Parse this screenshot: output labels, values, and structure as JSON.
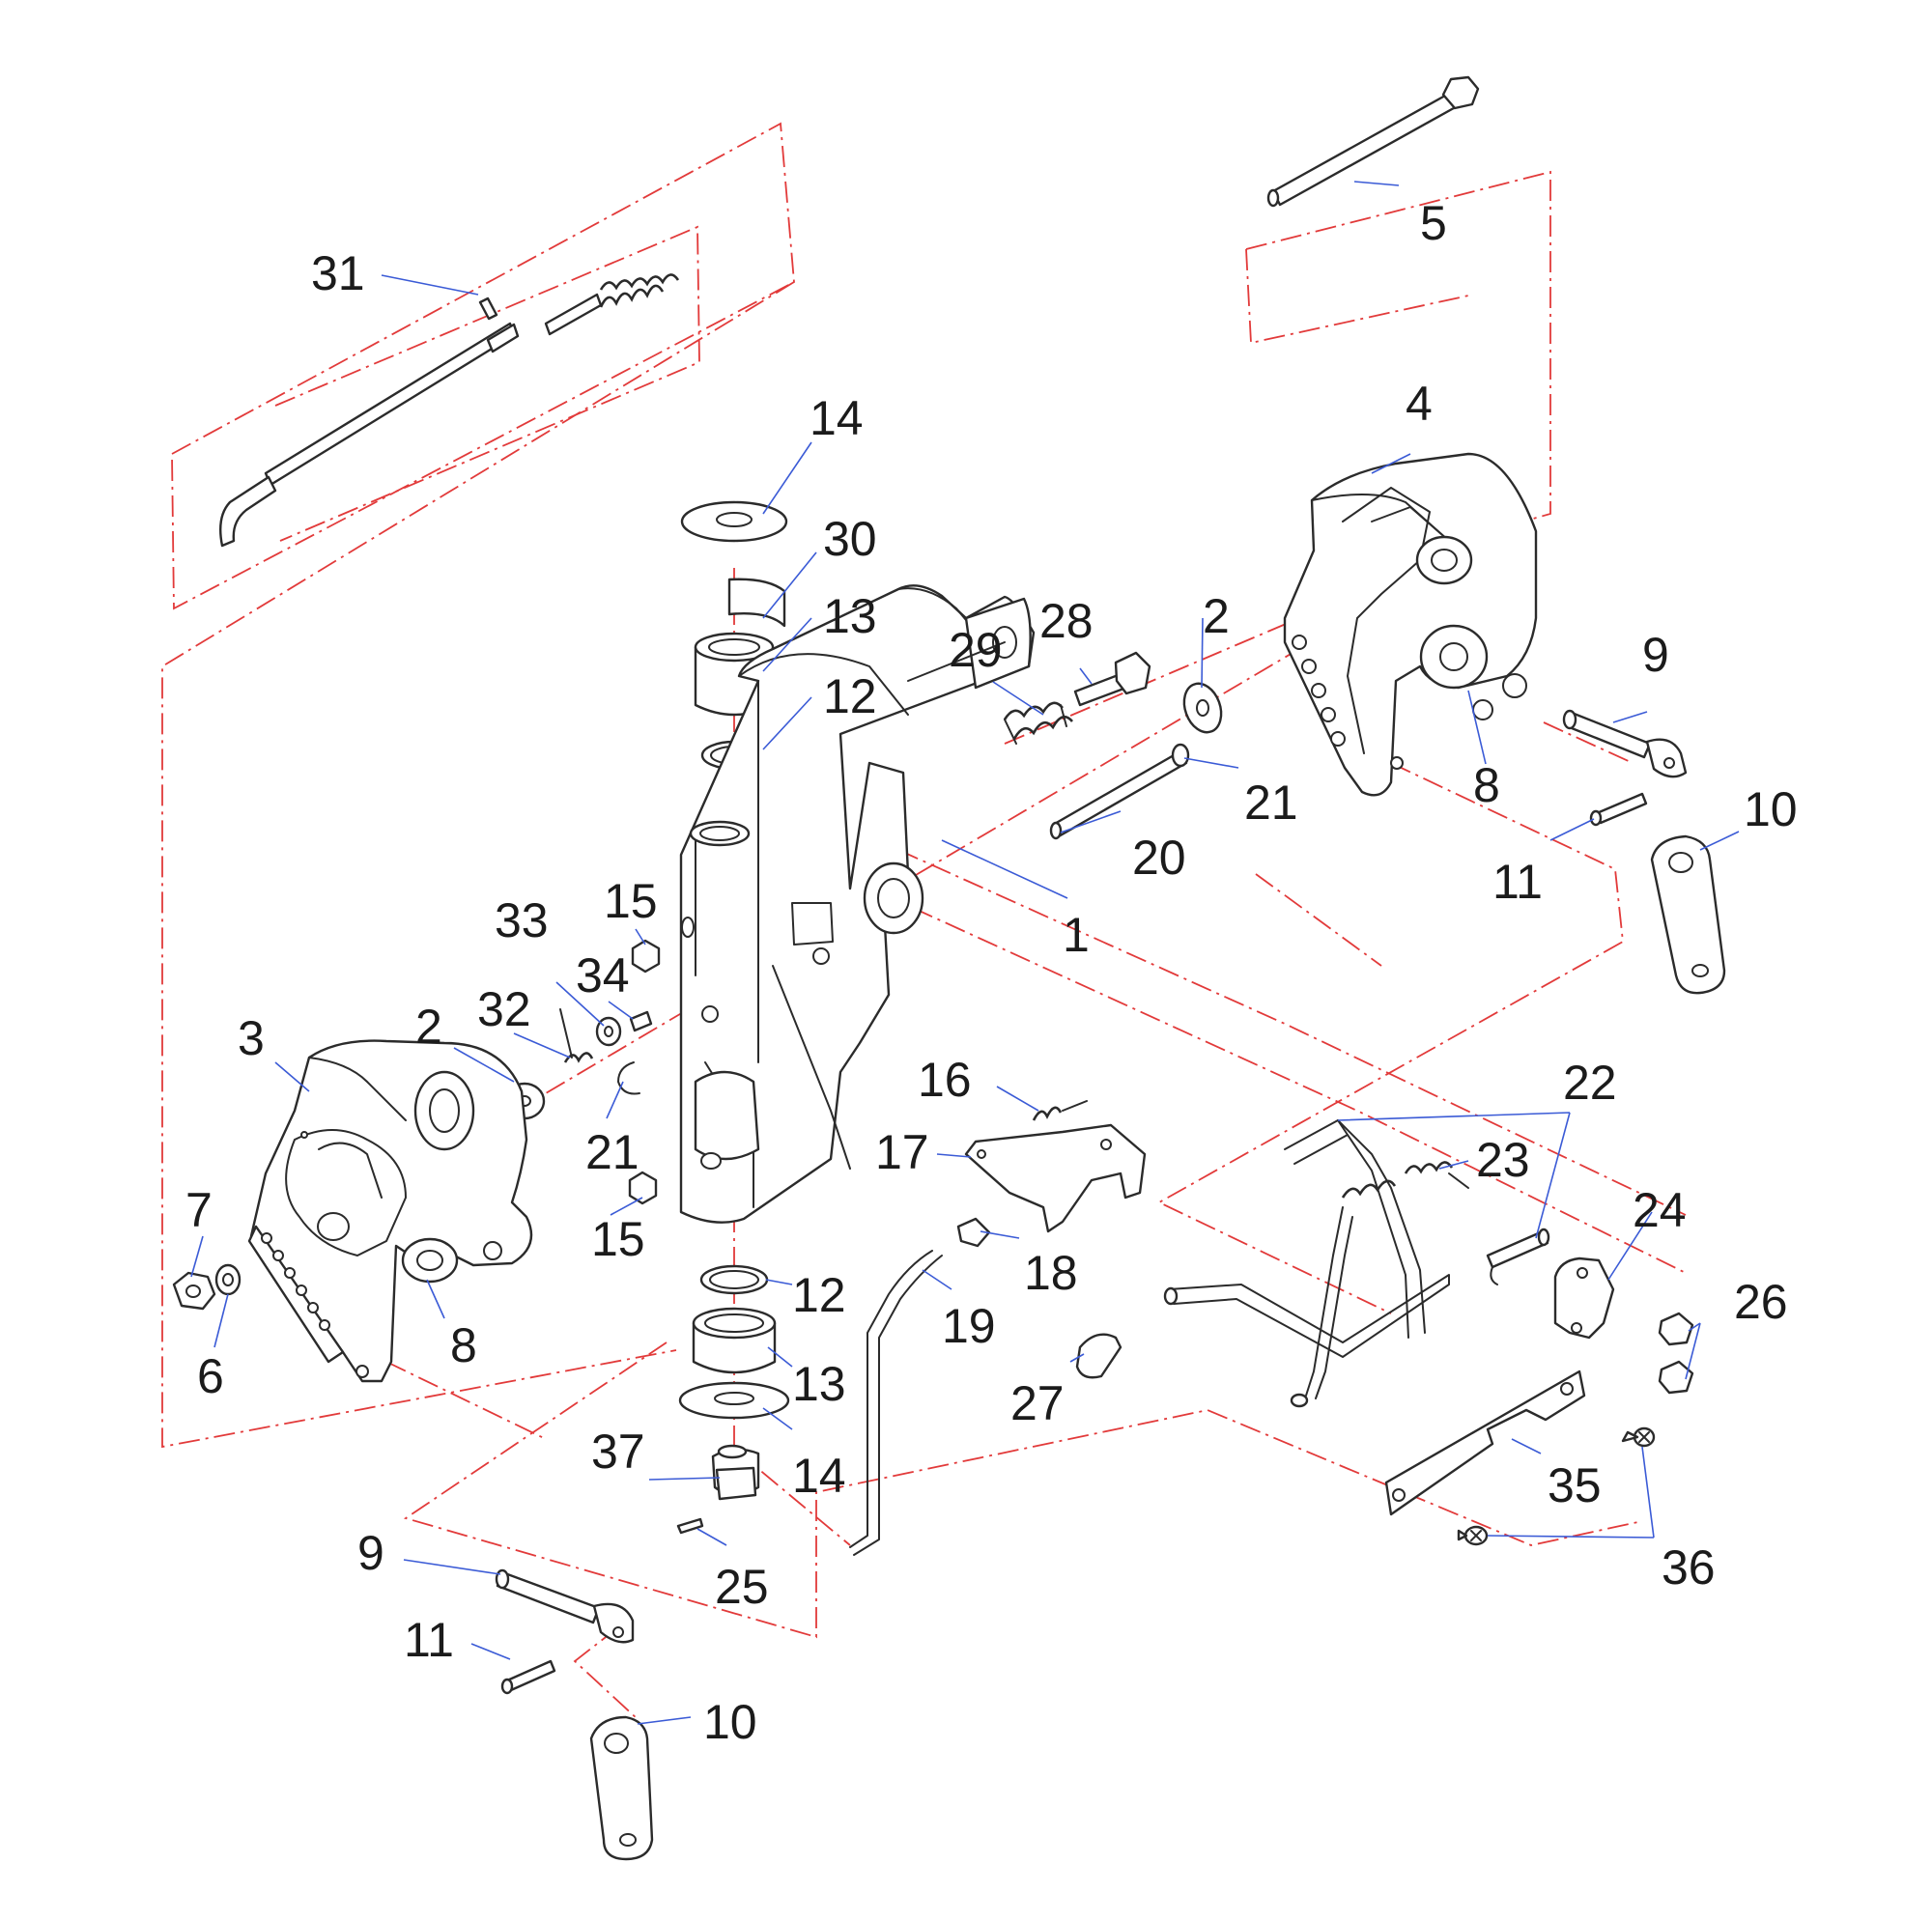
{
  "diagram": {
    "callouts": [
      {
        "id": "c1",
        "text": "1"
      },
      {
        "id": "c2a",
        "text": "2"
      },
      {
        "id": "c2b",
        "text": "2"
      },
      {
        "id": "c3",
        "text": "3"
      },
      {
        "id": "c4",
        "text": "4"
      },
      {
        "id": "c5",
        "text": "5"
      },
      {
        "id": "c6",
        "text": "6"
      },
      {
        "id": "c7",
        "text": "7"
      },
      {
        "id": "c8a",
        "text": "8"
      },
      {
        "id": "c8b",
        "text": "8"
      },
      {
        "id": "c9a",
        "text": "9"
      },
      {
        "id": "c9b",
        "text": "9"
      },
      {
        "id": "c10a",
        "text": "10"
      },
      {
        "id": "c10b",
        "text": "10"
      },
      {
        "id": "c11a",
        "text": "11"
      },
      {
        "id": "c11b",
        "text": "11"
      },
      {
        "id": "c12a",
        "text": "12"
      },
      {
        "id": "c12b",
        "text": "12"
      },
      {
        "id": "c13a",
        "text": "13"
      },
      {
        "id": "c13b",
        "text": "13"
      },
      {
        "id": "c14a",
        "text": "14"
      },
      {
        "id": "c14b",
        "text": "14"
      },
      {
        "id": "c15a",
        "text": "15"
      },
      {
        "id": "c15b",
        "text": "15"
      },
      {
        "id": "c16",
        "text": "16"
      },
      {
        "id": "c17",
        "text": "17"
      },
      {
        "id": "c18",
        "text": "18"
      },
      {
        "id": "c19",
        "text": "19"
      },
      {
        "id": "c20",
        "text": "20"
      },
      {
        "id": "c21a",
        "text": "21"
      },
      {
        "id": "c21b",
        "text": "21"
      },
      {
        "id": "c22",
        "text": "22"
      },
      {
        "id": "c23",
        "text": "23"
      },
      {
        "id": "c24",
        "text": "24"
      },
      {
        "id": "c25",
        "text": "25"
      },
      {
        "id": "c26",
        "text": "26"
      },
      {
        "id": "c27",
        "text": "27"
      },
      {
        "id": "c28",
        "text": "28"
      },
      {
        "id": "c29",
        "text": "29"
      },
      {
        "id": "c30",
        "text": "30"
      },
      {
        "id": "c31",
        "text": "31"
      },
      {
        "id": "c32",
        "text": "32"
      },
      {
        "id": "c33",
        "text": "33"
      },
      {
        "id": "c34",
        "text": "34"
      },
      {
        "id": "c35",
        "text": "35"
      },
      {
        "id": "c36",
        "text": "36"
      },
      {
        "id": "c37",
        "text": "37"
      }
    ]
  }
}
